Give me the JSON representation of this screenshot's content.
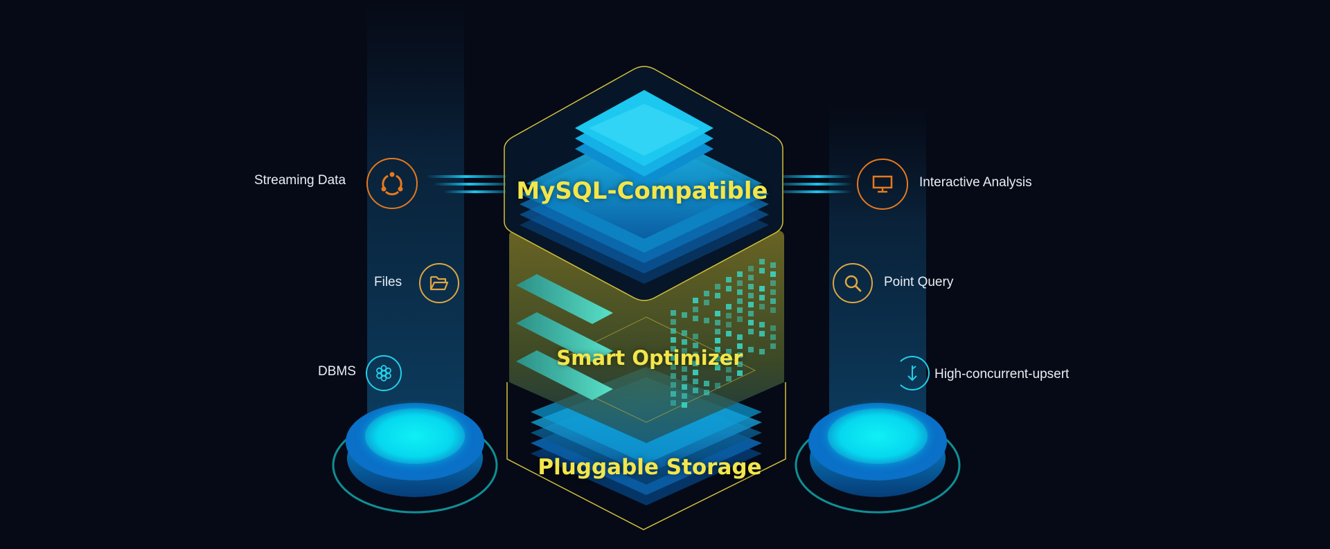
{
  "layers": {
    "top": "MySQL-Compatible",
    "middle": "Smart Optimizer",
    "bottom": "Pluggable Storage"
  },
  "sources": {
    "streaming": "Streaming Data",
    "files": "Files",
    "dbms": "DBMS"
  },
  "workloads": {
    "interactive": "Interactive Analysis",
    "point_query": "Point Query",
    "upsert": "High-concurrent-upsert"
  },
  "icons": {
    "streaming": "share-nodes-icon",
    "files": "folder-open-icon",
    "dbms": "flower-network-icon",
    "interactive": "monitor-icon",
    "point_query": "search-icon",
    "upsert": "arrow-down-refresh-icon"
  },
  "colors": {
    "background": "#060a16",
    "title_yellow": "#f3e64a",
    "orange": "#e8791c",
    "amber": "#e0a642",
    "cyan": "#22d0e8",
    "outline": "#d8c23a"
  }
}
